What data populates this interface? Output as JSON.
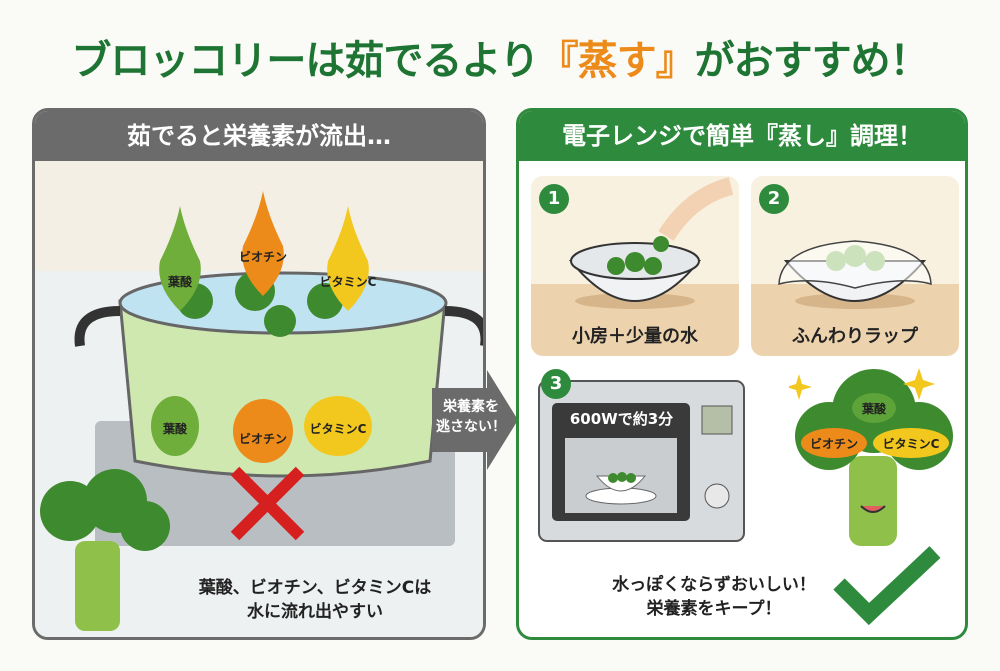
{
  "title": {
    "before": "ブロッコリーは茹でるより",
    "highlight": "『蒸す』",
    "after": "がおすすめ！"
  },
  "left": {
    "header": "茹でると栄養素が流出…",
    "nutrients": [
      "葉酸",
      "ビオチン",
      "ビタミンC"
    ],
    "caption": [
      "葉酸、ビオチン、ビタミンCは",
      "水に流れ出やすい"
    ]
  },
  "arrow": {
    "text": [
      "栄養素を",
      "逃さない！"
    ]
  },
  "right": {
    "header": "電子レンジで簡単『蒸し』調理！",
    "steps": [
      {
        "num": "1",
        "label": "小房＋少量の水"
      },
      {
        "num": "2",
        "label": "ふんわりラップ"
      },
      {
        "num": "3",
        "label": "600Wで約3分"
      }
    ],
    "nutrients": [
      "葉酸",
      "ビオチン",
      "ビタミンC"
    ],
    "caption": [
      "水っぽくならずおいしい！",
      "栄養素をキープ！"
    ]
  },
  "colors": {
    "green": "#2e8b3e",
    "orange": "#ec8a1a",
    "yellow": "#f2c81e",
    "gray": "#6b6b6b",
    "red": "#d62020"
  }
}
